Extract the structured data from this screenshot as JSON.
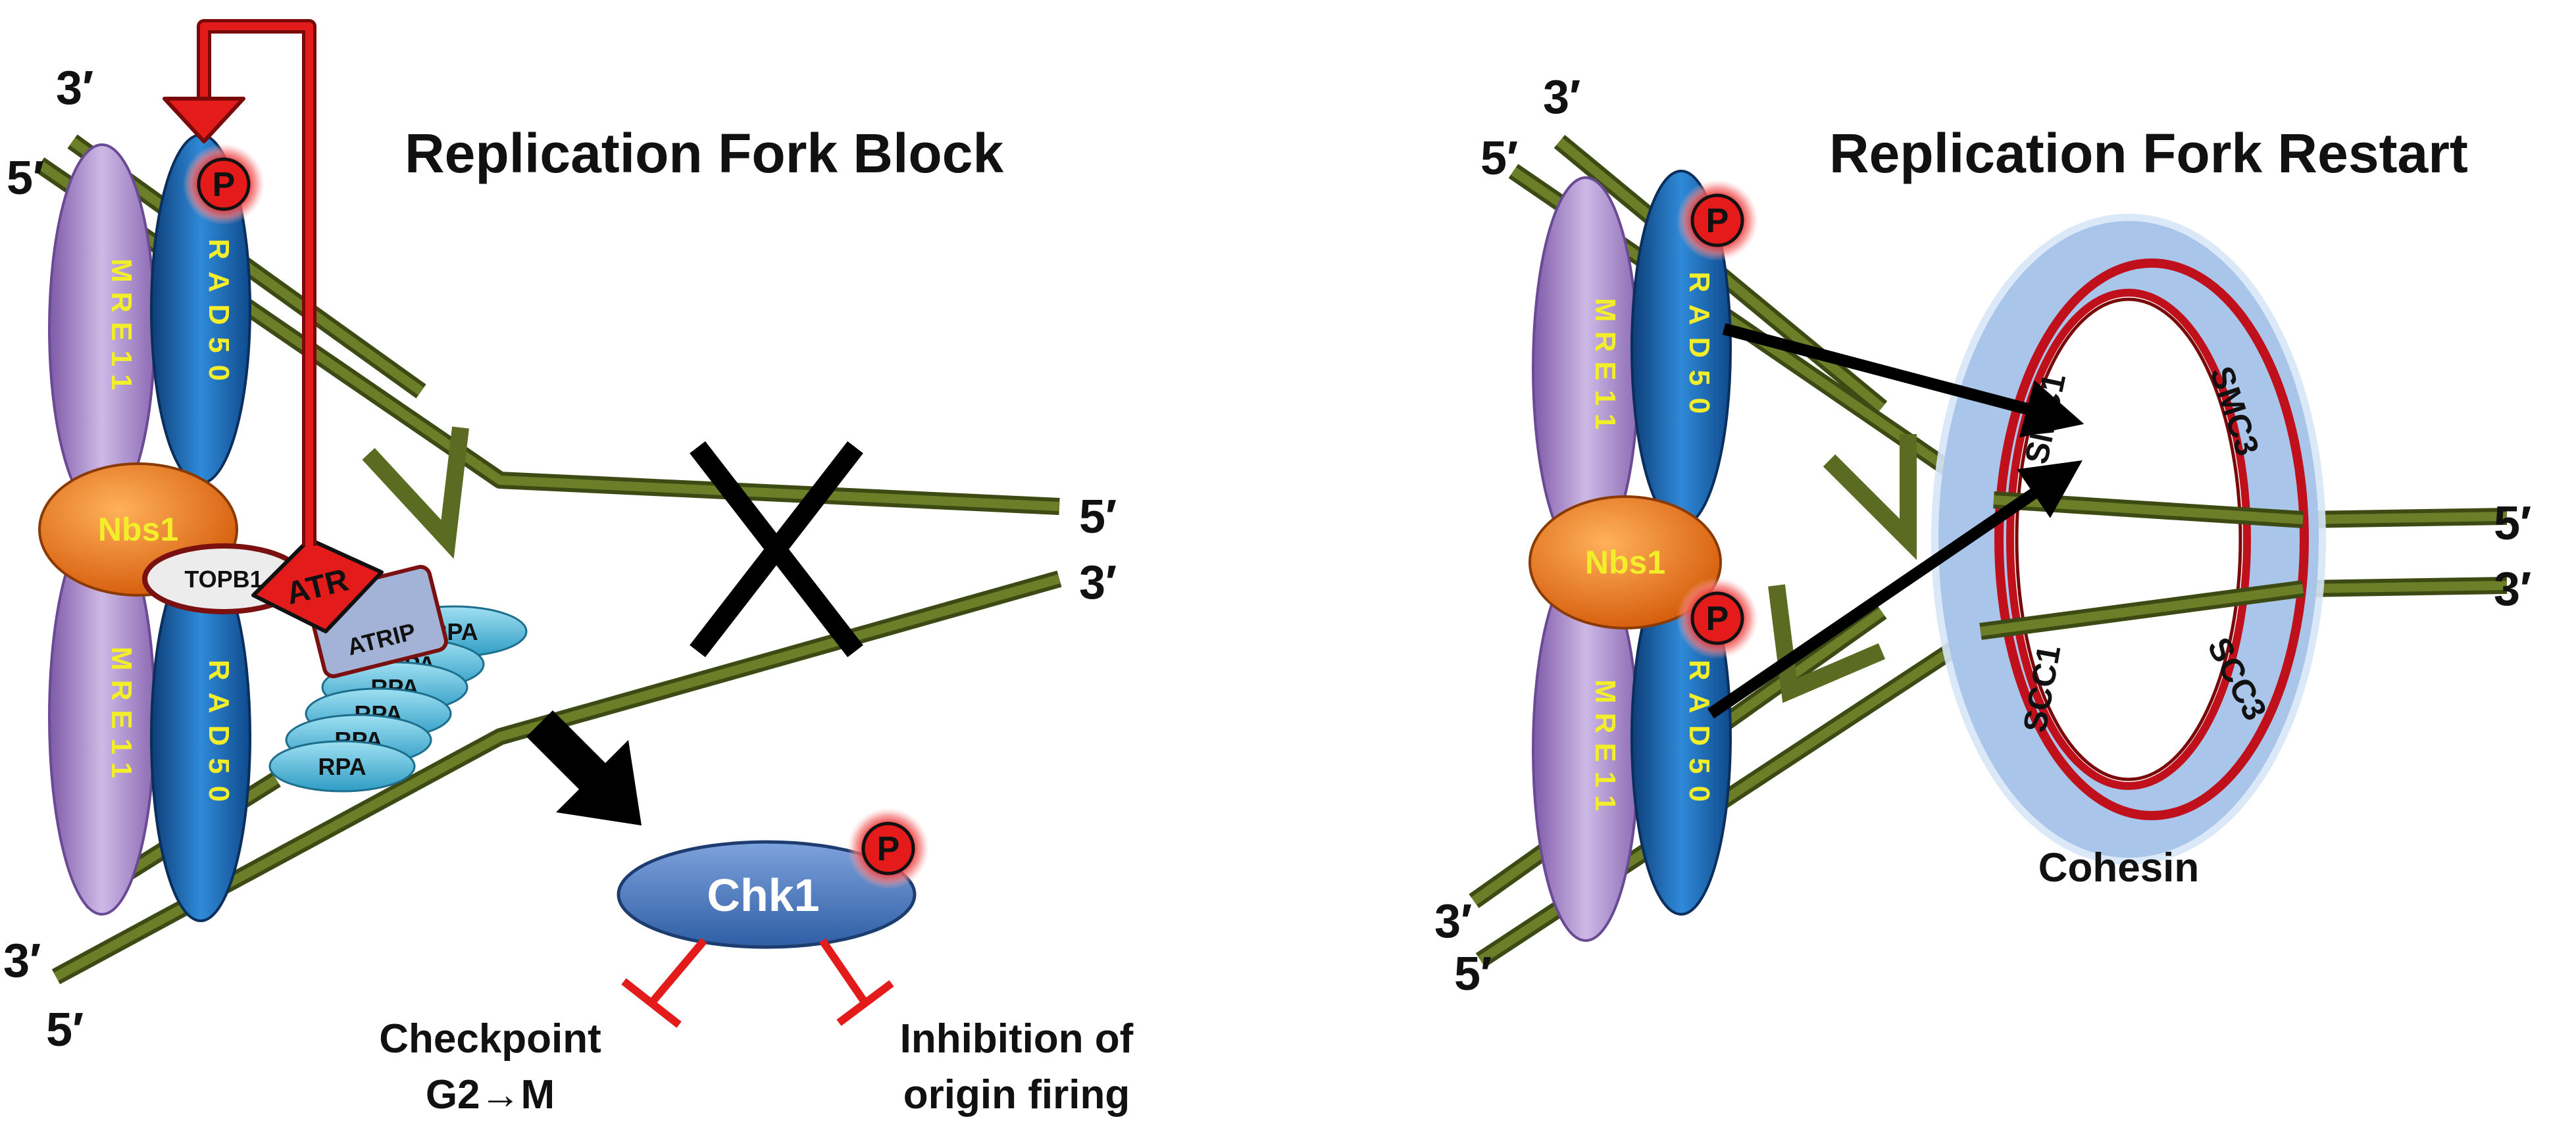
{
  "left": {
    "title": "Replication Fork Block",
    "ends": {
      "top_3": "3′",
      "top_5": "5′",
      "bot_3": "3′",
      "bot_5": "5′",
      "right_5": "5′",
      "right_3": "3′"
    },
    "mre11_top": "MRE11",
    "mre11_bottom": "MRE11",
    "rad50_top": "RAD50",
    "rad50_bottom": "RAD50",
    "nbs1": "Nbs1",
    "topb1": "TOPB1",
    "atr": "ATR",
    "atrip": "ATRIP",
    "rpa": [
      "RPA",
      "RPA",
      "RPA",
      "RPA",
      "RPA",
      "RPA"
    ],
    "phospho": "P",
    "chk1": "Chk1",
    "chk1_phospho": "P",
    "checkpoint_line1": "Checkpoint",
    "checkpoint_line2": "G2→M",
    "inhibition_line1": "Inhibition of",
    "inhibition_line2": "origin firing"
  },
  "right": {
    "title": "Replication Fork Restart",
    "ends": {
      "top_3": "3′",
      "top_5": "5′",
      "bot_3": "3′",
      "bot_5": "5′",
      "right_5": "5′",
      "right_3": "3′"
    },
    "mre11_top": "MRE11",
    "mre11_bottom": "MRE11",
    "rad50_top": "RAD50",
    "rad50_bottom": "RAD50",
    "nbs1": "Nbs1",
    "phospho_top": "P",
    "phospho_bottom": "P",
    "smc1": "SMC1",
    "smc3": "SMC3",
    "scc1": "SCC1",
    "scc3": "SCC3",
    "cohesin": "Cohesin"
  },
  "colors": {
    "dna": "#5b6b22",
    "mre11": "#a98fc7",
    "rad50": "#1f6fb8",
    "nbs1": "#e8701a",
    "atr": "#e02020",
    "atrip": "#8fa4cf",
    "rpa": "#4fb8d8",
    "chk1": "#3f6fb5",
    "phospho": "#e02020",
    "cohesin": "#a9c6ea",
    "cohesin_rim": "#c0101c",
    "inhibit": "#e02020",
    "label_yellow": "#f3ee2a"
  }
}
